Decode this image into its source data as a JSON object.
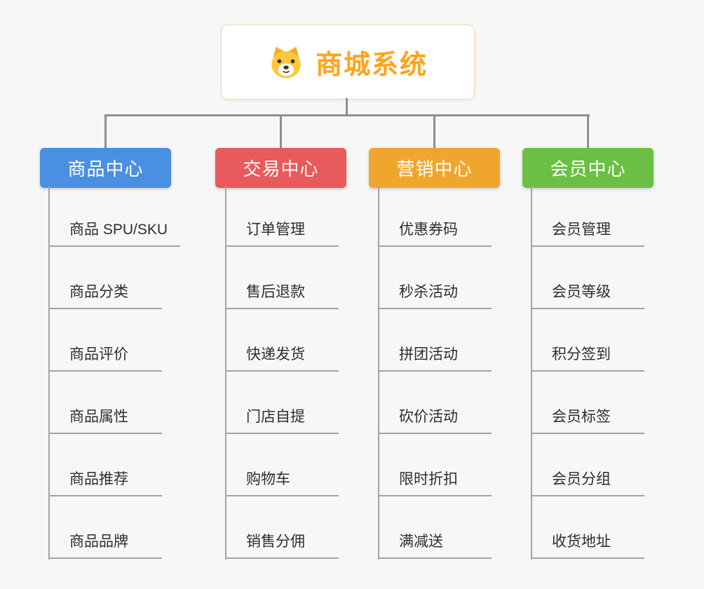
{
  "root": {
    "title": "商城系统",
    "title_color": "#ffa41b",
    "icon": "dog-face-icon"
  },
  "branches": [
    {
      "label": "商品中心",
      "color": "#4a90e2",
      "children": [
        "商品 SPU/SKU",
        "商品分类",
        "商品评价",
        "商品属性",
        "商品推荐",
        "商品品牌"
      ]
    },
    {
      "label": "交易中心",
      "color": "#e85a5b",
      "children": [
        "订单管理",
        "售后退款",
        "快递发货",
        "门店自提",
        "购物车",
        "销售分佣"
      ]
    },
    {
      "label": "营销中心",
      "color": "#f0a62d",
      "children": [
        "优惠券码",
        "秒杀活动",
        "拼团活动",
        "砍价活动",
        "限时折扣",
        "满减送"
      ]
    },
    {
      "label": "会员中心",
      "color": "#6bbf45",
      "children": [
        "会员管理",
        "会员等级",
        "积分签到",
        "会员标签",
        "会员分组",
        "收货地址"
      ]
    }
  ]
}
